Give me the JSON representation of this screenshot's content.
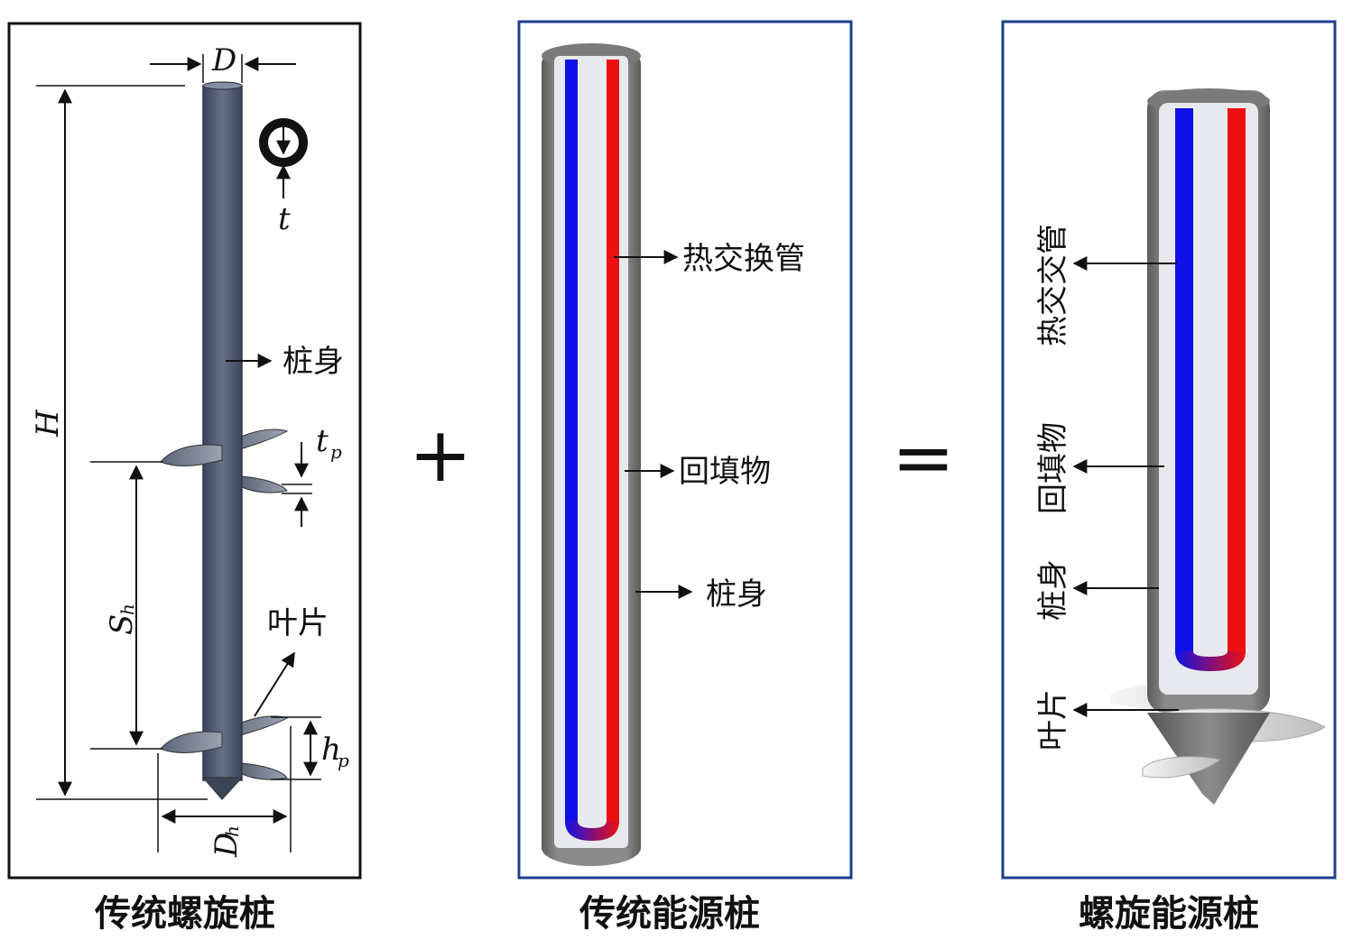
{
  "panels": {
    "left": {
      "caption": "传统螺旋桩",
      "labels": {
        "body": "桩身",
        "blade": "叶片"
      },
      "symbols": {
        "D": "D",
        "H": "H",
        "t": "t",
        "tp": "t",
        "tp_sub": "p",
        "Sh": "S",
        "Sh_sub": "h",
        "hp": "h",
        "hp_sub": "p",
        "Dh": "D",
        "Dh_sub": "h"
      }
    },
    "middle": {
      "caption": "传统能源桩",
      "labels": {
        "heat_pipe": "热交换管",
        "backfill": "回填物",
        "body": "桩身"
      }
    },
    "right": {
      "caption": "螺旋能源桩",
      "labels": {
        "heat_pipe": "热交交管",
        "backfill": "回填物",
        "body": "桩身",
        "blade": "叶片"
      }
    }
  },
  "operators": {
    "plus": "+",
    "equals": "="
  },
  "colors": {
    "frame_left": "#111111",
    "frame_blue": "#1f3e8c",
    "cold_pipe": "#1010e6",
    "hot_pipe": "#ee1010",
    "pile_shell": "#707070",
    "backfill": "#e8e9ee",
    "steel": "#4a5566"
  }
}
